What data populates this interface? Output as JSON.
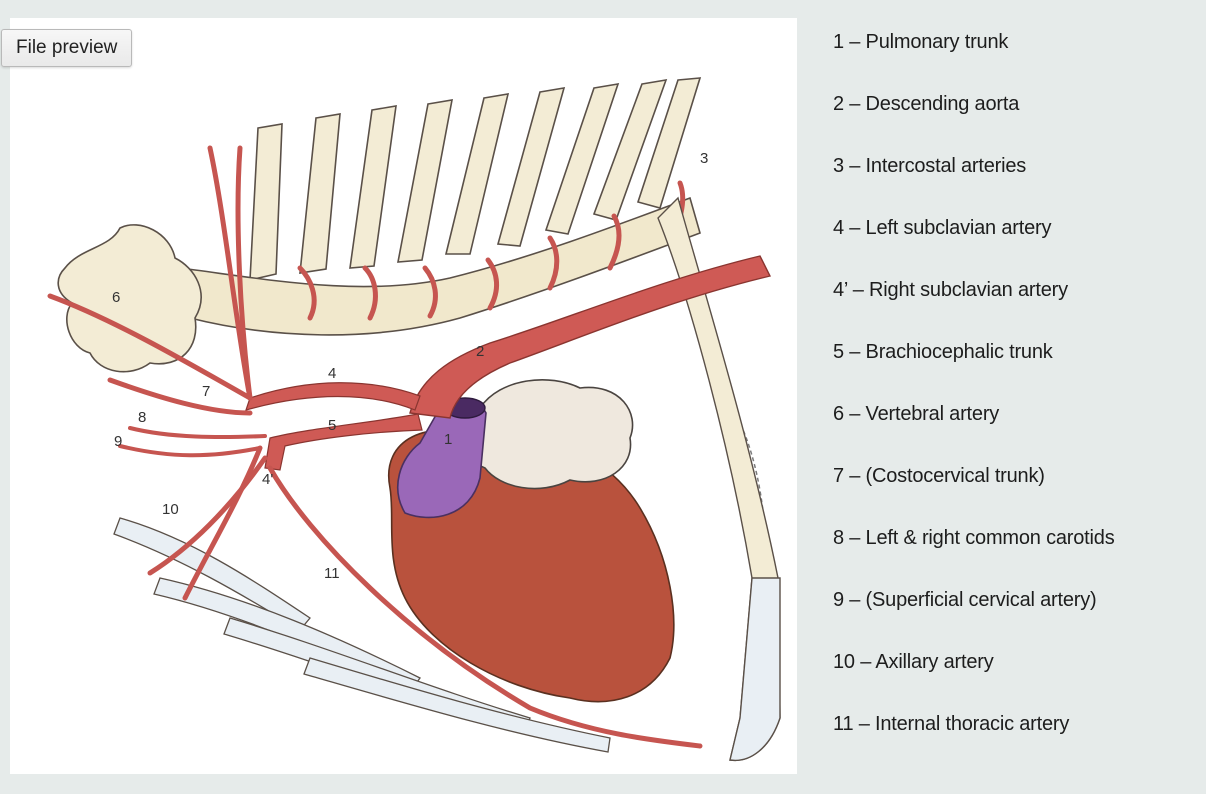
{
  "toolbar": {
    "preview_label": "File preview"
  },
  "legend": [
    "1 – Pulmonary trunk",
    "2 – Descending aorta",
    "3 – Intercostal arteries",
    "4 – Left subclavian artery",
    "4’ – Right subclavian artery",
    "5 – Brachiocephalic trunk",
    "6 – Vertebral artery",
    "7 – (Costocervical trunk)",
    "8 – Left & right common carotids",
    "9 – (Superficial cervical artery)",
    "10 – Axillary artery",
    "11 – Internal thoracic artery"
  ],
  "figure_labels": {
    "n1": "1",
    "n2": "2",
    "n3": "3",
    "n4": "4",
    "n4p": "4'",
    "n5": "5",
    "n6": "6",
    "n7": "7",
    "n8": "8",
    "n9": "9",
    "n10": "10",
    "n11": "11"
  },
  "colors": {
    "bone": "#f3ecd5",
    "artery": "#cf5a55",
    "heart": "#b9523d",
    "pulmonary": "#9a68b8",
    "rib": "#e9eff4",
    "outline": "#5a5048"
  }
}
